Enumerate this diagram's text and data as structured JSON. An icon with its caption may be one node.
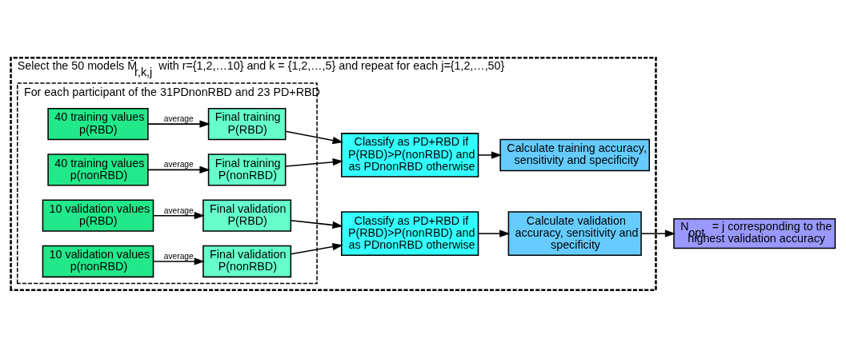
{
  "diagram": {
    "nodes": [
      {
        "text": [
          "Select the 50 models M̄$_{r,k,j}$ with r={1,2,…10} and k = {1,2,…,5} and repeat for each j={1,2,…,50}"
        ]
      },
      {
        "text": [
          "For each participant of the 31PDnonRBD and 23 PD+RBD"
        ],
        "in": 0
      },
      {
        "text": [
          "40 training values p(RBD)"
        ],
        "in": 1
      },
      {
        "text": [
          "40 training values p(nonRBD)"
        ],
        "in": 1
      },
      {
        "text": [
          "10 validation values p(RBD)"
        ],
        "in": 1
      },
      {
        "text": [
          "10 validation values p(nonRBD)"
        ],
        "in": 1
      },
      {
        "text": [
          "Final training P(RBD)"
        ],
        "in": 1
      },
      {
        "text": [
          "Final training P(nonRBD)"
        ],
        "in": 1
      },
      {
        "text": [
          "Final validation P(RBD)"
        ],
        "in": 1
      },
      {
        "text": [
          "Final validation P(nonRBD)"
        ],
        "in": 1
      },
      {
        "text": [
          "Classify as PD+RBD if P(RBD)>P(nonRBD) and as PDnonRBD otherwise"
        ],
        "in": 0
      },
      {
        "text": [
          "Classify as PD+RBD if P(RBD)>P(nonRBD) and as PDnonRBD otherwise"
        ],
        "in": 0
      },
      {
        "text": [
          "Calculate training accuracy, sensitivity and specificity"
        ],
        "in": 0
      },
      {
        "text": [
          "Calculate validation accuracy, sensitivity and specificity"
        ],
        "in": 0
      },
      {
        "text": [
          "N$_{opt}$ = j corresponding to the highest validation accuracy"
        ]
      }
    ],
    "edges": [
      {
        "from": 2,
        "to": 6,
        "arrow": "to",
        "label": "average"
      },
      {
        "from": 3,
        "to": 7,
        "arrow": "to",
        "label": "average"
      },
      {
        "from": 4,
        "to": 8,
        "arrow": "to",
        "label": "average"
      },
      {
        "from": 5,
        "to": 9,
        "arrow": "to",
        "label": "average"
      },
      {
        "from": 6,
        "to": 10,
        "arrow": "to"
      },
      {
        "from": 7,
        "to": 10,
        "arrow": "to"
      },
      {
        "from": 8,
        "to": 11,
        "arrow": "to"
      },
      {
        "from": 9,
        "to": 11,
        "arrow": "to"
      },
      {
        "from": 10,
        "to": 12,
        "arrow": "to"
      },
      {
        "from": 11,
        "to": 13,
        "arrow": "to"
      },
      {
        "from": 13,
        "to": 14,
        "arrow": "to"
      }
    ]
  }
}
